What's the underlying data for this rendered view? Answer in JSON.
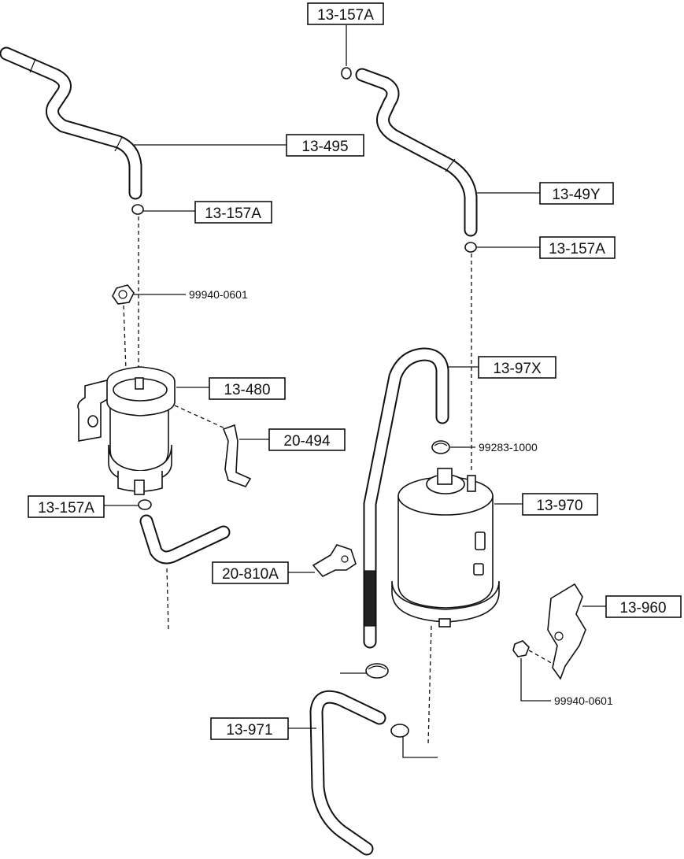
{
  "labels": {
    "clip_top": "13-157A",
    "hose_495": "13-495",
    "clip_left_upper": "13-157A",
    "hose_49y": "13-49Y",
    "clip_right_upper": "13-157A",
    "nut_left": "99940-0601",
    "filter_480": "13-480",
    "hose_97x": "13-97X",
    "bracket_494": "20-494",
    "clip_99283": "99283-1000",
    "clip_left_lower": "13-157A",
    "canister_970": "13-970",
    "clip_810a": "20-810A",
    "bracket_960": "13-960",
    "nut_right": "99940-0601",
    "hose_971": "13-971"
  }
}
